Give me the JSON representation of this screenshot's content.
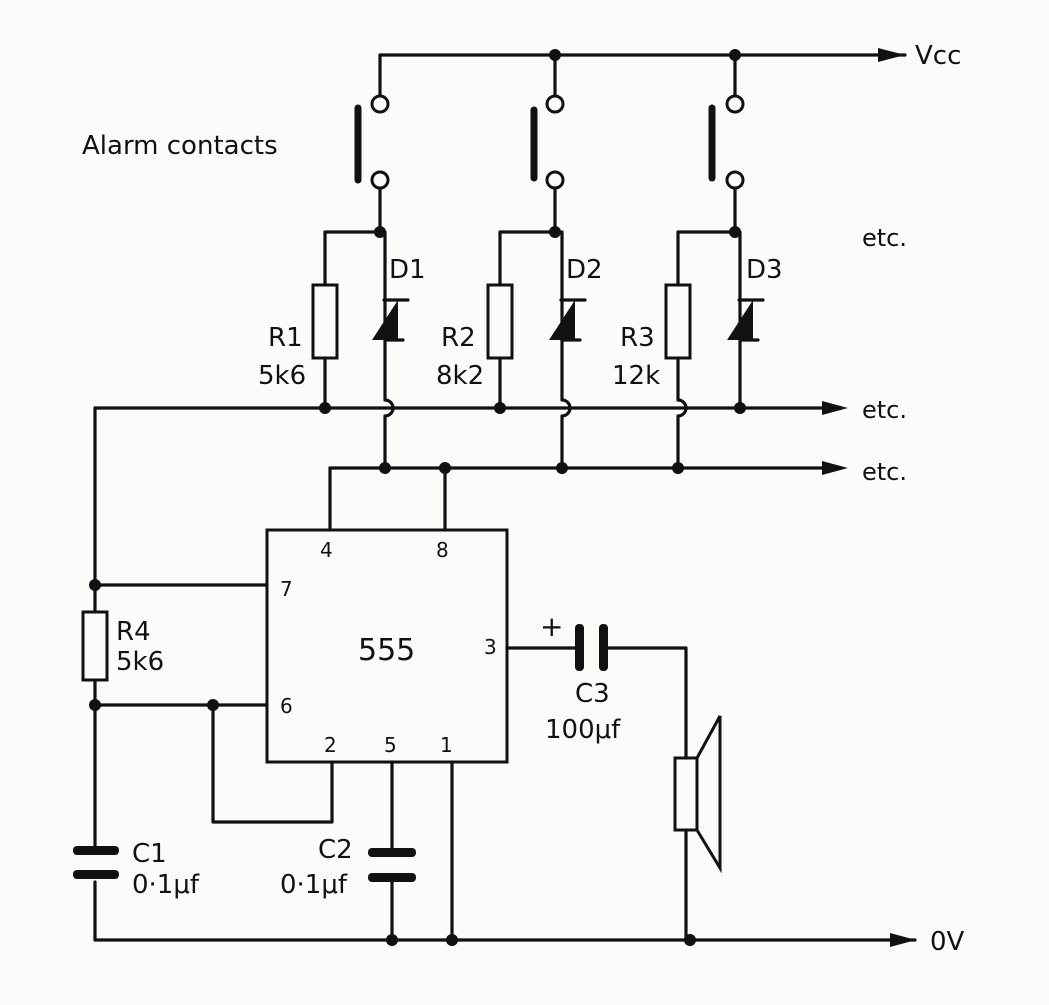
{
  "labels": {
    "vcc": "Vcc",
    "ov": "0V",
    "alarm": "Alarm contacts",
    "etc": "etc.",
    "ic": "555"
  },
  "pins": [
    "4",
    "8",
    "7",
    "6",
    "3",
    "2",
    "5",
    "1"
  ],
  "resistors": [
    {
      "name": "R1",
      "value": "5k6"
    },
    {
      "name": "R2",
      "value": "8k2"
    },
    {
      "name": "R3",
      "value": "12k"
    },
    {
      "name": "R4",
      "value": "5k6"
    }
  ],
  "diodes": [
    "D1",
    "D2",
    "D3"
  ],
  "capacitors": [
    {
      "name": "C1",
      "value": "0·1μf"
    },
    {
      "name": "C2",
      "value": "0·1μf"
    },
    {
      "name": "C3",
      "value": "100μf",
      "polarity": "+"
    }
  ]
}
